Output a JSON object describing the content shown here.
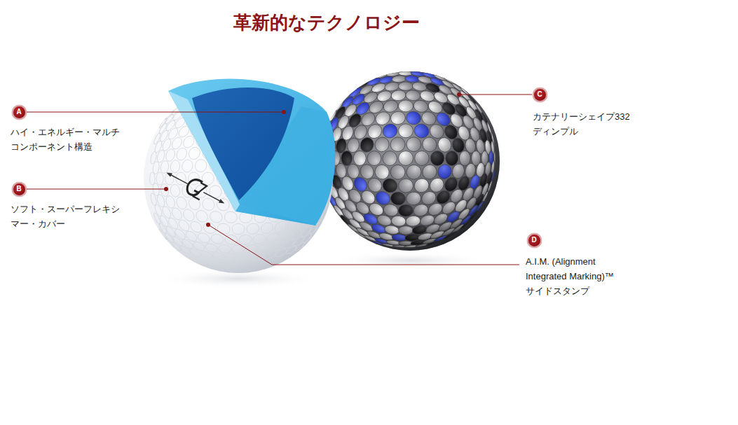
{
  "diagram": {
    "title": "革新的なテクノロジー",
    "nodes": [
      {
        "text": [
          "A"
        ]
      },
      {
        "text": [
          "B"
        ]
      },
      {
        "text": [
          "C"
        ]
      },
      {
        "text": [
          "D"
        ]
      }
    ],
    "labels": [
      "ハイ・エネルギー・マルチ コンポーネント構造",
      "ソフト・スーパーフレキシ マー・カバー",
      "カテナリーシェイプ332 ディンプル",
      "A.I.M. (Alignment Integrated Marking)™ サイドスタンプ"
    ]
  }
}
